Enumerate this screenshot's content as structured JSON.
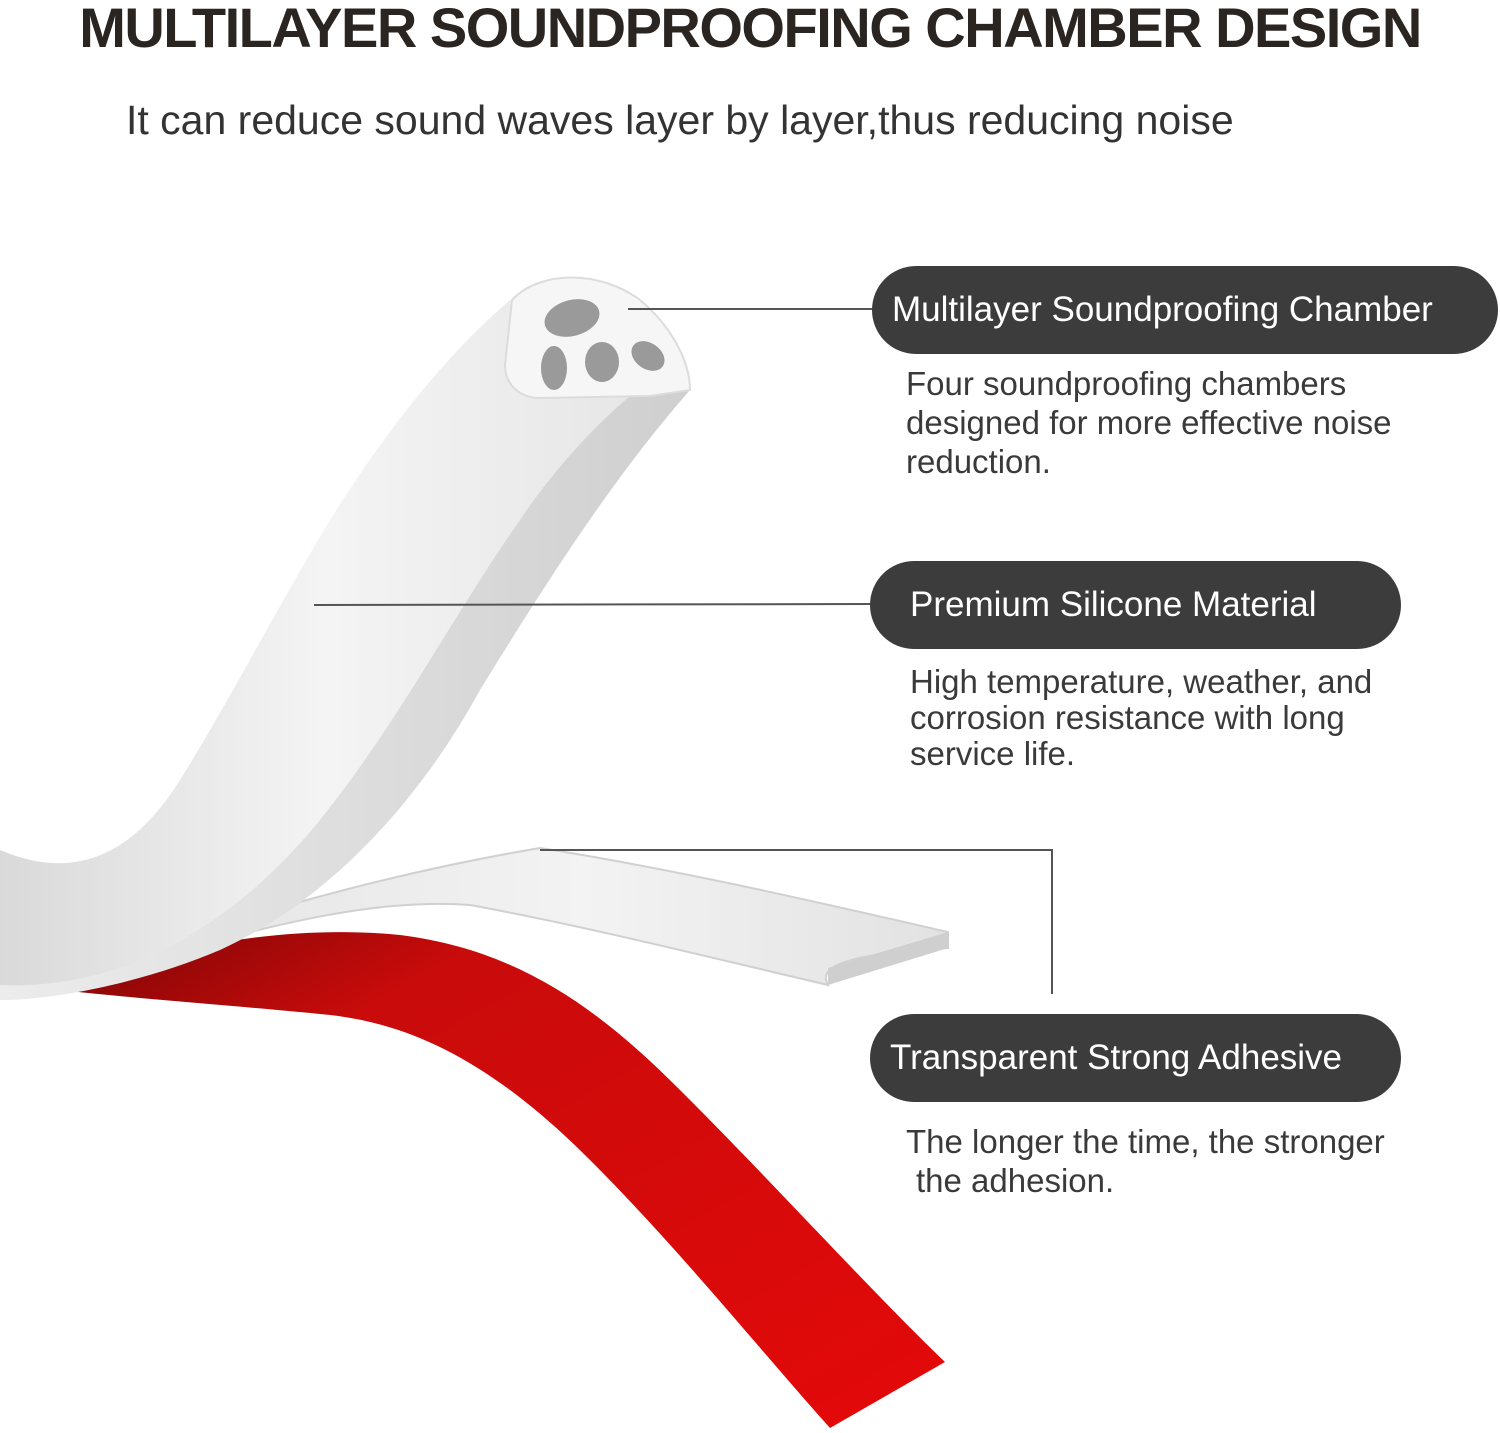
{
  "header": {
    "title": "MULTILAYER SOUNDPROOFING CHAMBER DESIGN",
    "subtitle": "It can reduce sound waves layer by layer,thus reducing noise"
  },
  "features": [
    {
      "label": "Multilayer Soundproofing Chamber",
      "description": "Four soundproofing chambers designed for more effective noise reduction."
    },
    {
      "label": "Premium Silicone  Material",
      "description": "High temperature, weather, and corrosion resistance with long service life."
    },
    {
      "label": "Transparent Strong Adhesive",
      "description_line1": "The longer the time, the stronger",
      "description_line2": "the adhesion."
    }
  ],
  "colors": {
    "pill_background": "#3c3c3c",
    "strip_white": "#f2f2f2",
    "adhesive_red": "#e10a0a",
    "text_dark": "#2b2522"
  }
}
